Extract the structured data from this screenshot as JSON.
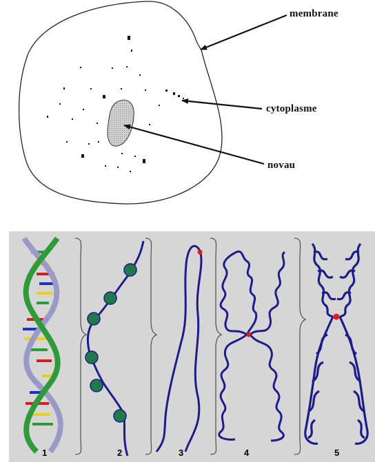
{
  "cell": {
    "labels": {
      "membrane": "membrane",
      "cytoplasm": "cytoplasme",
      "nucleus": "novau"
    },
    "colors": {
      "nucleus_fill": "#c8c8c8",
      "outline": "#222222"
    }
  },
  "chromosome": {
    "stages": [
      {
        "number": "1"
      },
      {
        "number": "2"
      },
      {
        "number": "3"
      },
      {
        "number": "4"
      },
      {
        "number": "5"
      }
    ],
    "colors": {
      "background": "#d6d6d6",
      "strand": "#1c1c8a",
      "centromere": "#e01818",
      "nucleosome": "#1f7a4a",
      "dna_green": "#2e9a3a",
      "dna_purple": "#9a9ac8"
    }
  }
}
